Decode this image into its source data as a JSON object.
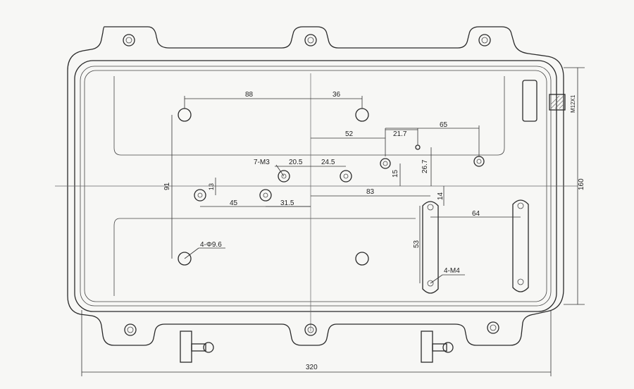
{
  "drawing": {
    "dimensions": {
      "d88": "88",
      "d36": "36",
      "d52": "52",
      "d21_7": "21.7",
      "d65": "65",
      "d7m3": "7-M3",
      "d20_5": "20.5",
      "d24_5": "24.5",
      "d15": "15",
      "d26_7": "26.7",
      "d91": "91",
      "d13": "13",
      "d83": "83",
      "d14": "14",
      "d45": "45",
      "d31_5": "31.5",
      "d64": "64",
      "d53": "53",
      "d4phi": "4-Φ9.6",
      "d4m4": "4-M4",
      "d160": "160",
      "d320": "320",
      "dm12": "M12X1"
    },
    "colors": {
      "line": "#2a2a2a",
      "paper": "#f7f7f5"
    }
  }
}
